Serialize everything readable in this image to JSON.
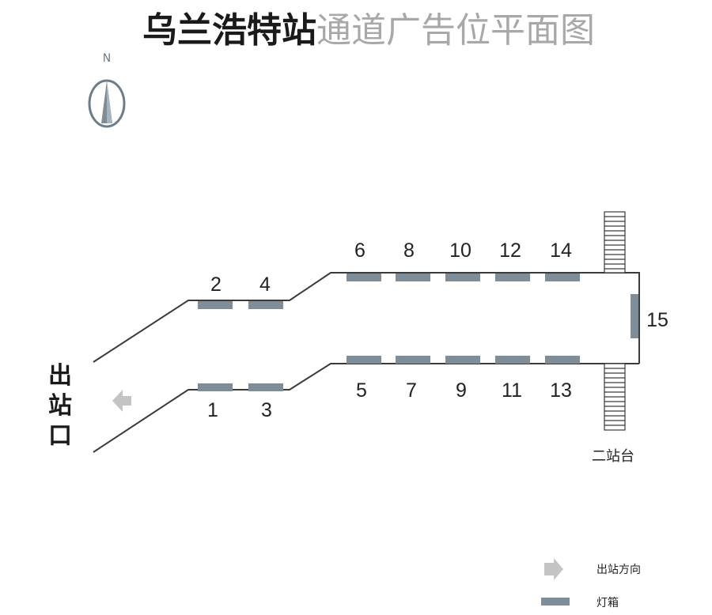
{
  "title": {
    "station": "乌兰浩特站",
    "subtitle": "通道广告位平面图"
  },
  "compass": {
    "north_label": "N"
  },
  "exit_label": [
    "出",
    "站",
    "口"
  ],
  "platform_label": "二站台",
  "ad_positions": [
    "1",
    "2",
    "3",
    "4",
    "5",
    "6",
    "7",
    "8",
    "9",
    "10",
    "11",
    "12",
    "13",
    "14",
    "15"
  ],
  "colors": {
    "lightbox": "#7f8d98",
    "arrow": "#c4c4c4",
    "wall": "#3a3a3a",
    "title_dark": "#1a1a1a",
    "title_light": "#a8a8a8"
  },
  "legend": [
    {
      "icon": "exit-arrow-icon",
      "label": "出站方向"
    },
    {
      "icon": "lightbox-icon",
      "label": "灯箱"
    }
  ]
}
